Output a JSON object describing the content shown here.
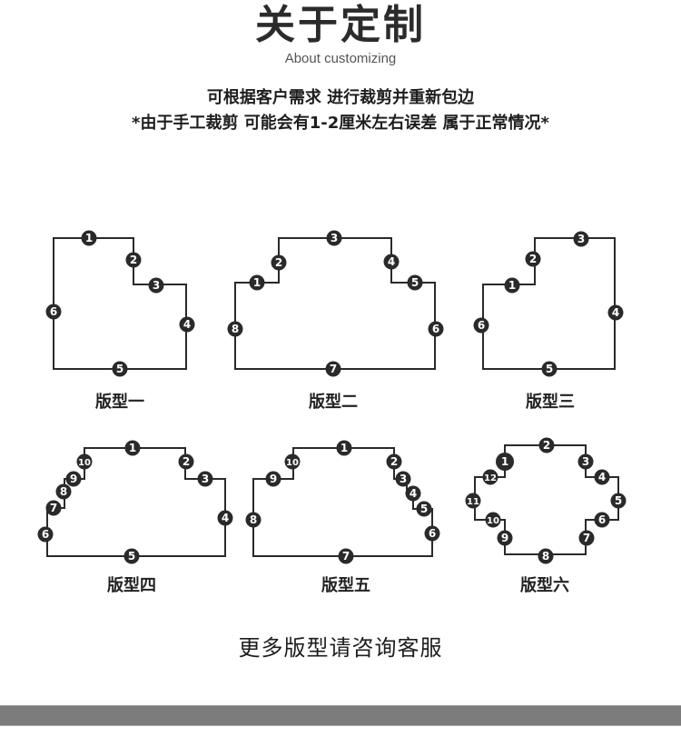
{
  "header": {
    "title": "关于定制",
    "subtitle": "About customizing",
    "description_line1": "可根据客户需求 进行裁剪并重新包边",
    "description_line2": "*由于手工裁剪 可能会有1-2厘米左右误差 属于正常情况*"
  },
  "shapes": [
    {
      "name": "版型一",
      "badges": [
        "1",
        "2",
        "3",
        "4",
        "5",
        "6"
      ]
    },
    {
      "name": "版型二",
      "badges": [
        "1",
        "2",
        "3",
        "4",
        "5",
        "6",
        "7",
        "8"
      ]
    },
    {
      "name": "版型三",
      "badges": [
        "1",
        "2",
        "3",
        "4",
        "5",
        "6"
      ]
    },
    {
      "name": "版型四",
      "badges": [
        "1",
        "2",
        "3",
        "4",
        "5",
        "6",
        "7",
        "8",
        "9",
        "10"
      ]
    },
    {
      "name": "版型五",
      "badges": [
        "1",
        "2",
        "3",
        "4",
        "5",
        "6",
        "7",
        "8",
        "9",
        "10"
      ]
    },
    {
      "name": "版型六",
      "badges": [
        "1",
        "2",
        "3",
        "4",
        "5",
        "6",
        "7",
        "8",
        "9",
        "10",
        "11",
        "12"
      ]
    }
  ],
  "footer": {
    "text": "更多版型请咨询客服"
  },
  "colors": {
    "line": "#2a2a2a",
    "badge": "#2a2a2a",
    "bar": "#7b7c7b"
  }
}
